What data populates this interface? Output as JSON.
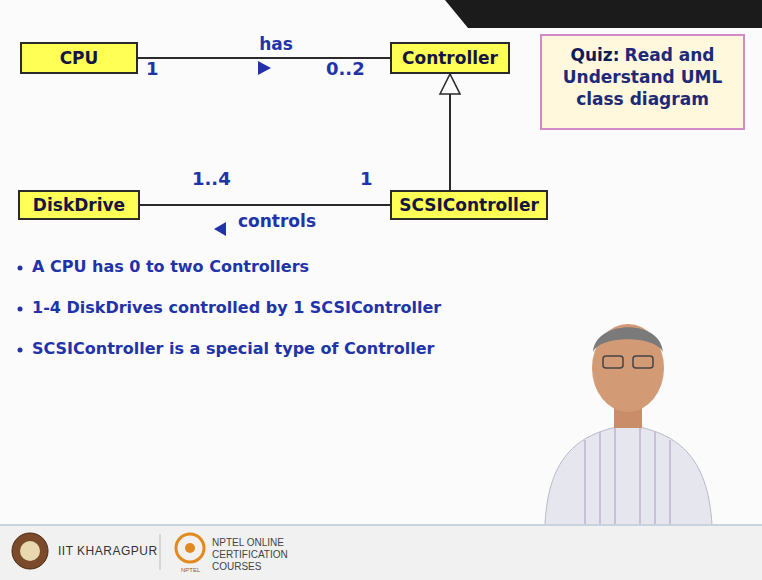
{
  "diagram": {
    "nodes": [
      {
        "text": [
          "CPU"
        ]
      },
      {
        "text": [
          "Controller"
        ]
      },
      {
        "text": [
          "Quiz:",
          "Read and Understand UML class diagram"
        ]
      },
      {
        "text": [
          "DiskDrive"
        ]
      },
      {
        "text": [
          "SCSIController"
        ]
      }
    ],
    "edges": [
      {
        "from": 0,
        "to": 1,
        "label": "has",
        "arrow": "none"
      },
      {
        "from": 4,
        "to": 1,
        "arrow": "to"
      },
      {
        "from": 3,
        "to": 4,
        "label": "controls",
        "arrow": "none"
      }
    ],
    "labels": [
      "1",
      "0..2",
      "1..4",
      "1",
      "A CPU has 0 to two Controllers",
      "1-4 DiskDrives controlled by 1 SCSIController",
      "SCSIController is a special type of Controller",
      "IIT KHARAGPUR",
      "NPTEL ONLINE CERTIFICATION COURSES",
      "NPTEL"
    ]
  }
}
